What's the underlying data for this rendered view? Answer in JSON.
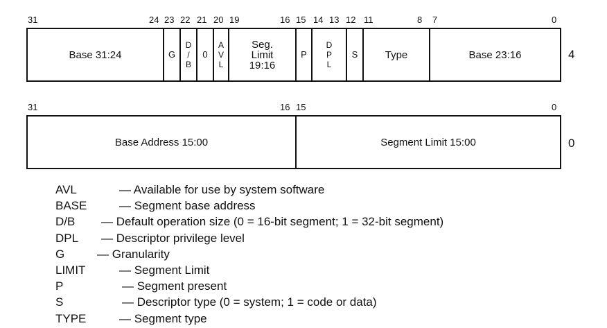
{
  "upper_register": {
    "bit_numbers": [
      "31",
      "24",
      "23",
      "22",
      "21",
      "20",
      "19",
      "16",
      "15",
      "14",
      "13",
      "12",
      "11",
      "8",
      "7",
      "0"
    ],
    "fields": {
      "base_31_24": "Base 31:24",
      "g": "G",
      "db": [
        "D",
        "/",
        "B"
      ],
      "zero": "0",
      "avl": [
        "A",
        "V",
        "L"
      ],
      "seg_limit": [
        "Seg.",
        "Limit",
        "19:16"
      ],
      "p": "P",
      "dpl": [
        "D",
        "P",
        "L"
      ],
      "s": "S",
      "type": "Type",
      "base_23_16": "Base 23:16"
    },
    "offset": "4"
  },
  "lower_register": {
    "bit_numbers": [
      "31",
      "16",
      "15",
      "0"
    ],
    "fields": {
      "base_address": "Base Address 15:00",
      "segment_limit": "Segment Limit 15:00"
    },
    "offset": "0"
  },
  "legend": [
    {
      "abbr": "AVL",
      "desc": "— Available for use by system software"
    },
    {
      "abbr": "BASE",
      "desc": "— Segment base address"
    },
    {
      "abbr": "D/B",
      "desc": "— Default operation size (0 = 16-bit segment; 1 = 32-bit segment)"
    },
    {
      "abbr": "DPL",
      "desc": "— Descriptor privilege level"
    },
    {
      "abbr": "G",
      "desc": "— Granularity"
    },
    {
      "abbr": "LIMIT",
      "desc": "— Segment Limit"
    },
    {
      "abbr": "P",
      "desc": "— Segment present"
    },
    {
      "abbr": "S",
      "desc": "— Descriptor type (0 = system; 1 = code or data)"
    },
    {
      "abbr": "TYPE",
      "desc": "— Segment type"
    }
  ]
}
